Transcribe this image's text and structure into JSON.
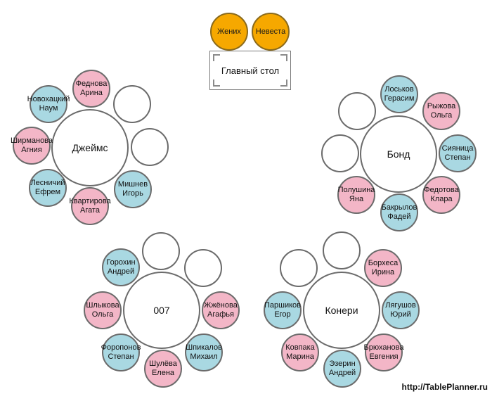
{
  "couple": {
    "groom": "Жених",
    "bride": "Невеста"
  },
  "main_table": {
    "label": "Главный стол"
  },
  "tables": {
    "james": {
      "name": "Джеймс",
      "guests": [
        {
          "first": "Феднова",
          "second": "Арина"
        },
        {
          "first": "Новохацкий",
          "second": "Наум"
        },
        {
          "first": "Ширманова",
          "second": "Агния"
        },
        {
          "first": "Лесничий",
          "second": "Ефрем"
        },
        {
          "first": "Квартирова",
          "second": "Агата"
        },
        {
          "first": "Мишнев",
          "second": "Игорь"
        }
      ]
    },
    "bond": {
      "name": "Бонд",
      "guests": [
        {
          "first": "Лоськов",
          "second": "Герасим"
        },
        {
          "first": "Рыжова",
          "second": "Ольга"
        },
        {
          "first": "Сияница",
          "second": "Степан"
        },
        {
          "first": "Федотова",
          "second": "Клара"
        },
        {
          "first": "Бакрылов",
          "second": "Фадей"
        },
        {
          "first": "Полушина",
          "second": "Яна"
        }
      ]
    },
    "t007": {
      "name": "007",
      "guests": [
        {
          "first": "Горохин",
          "second": "Андрей"
        },
        {
          "first": "Жжёнова",
          "second": "Агафья"
        },
        {
          "first": "Шпикалов",
          "second": "Михаил"
        },
        {
          "first": "Шулёва",
          "second": "Елена"
        },
        {
          "first": "Форопонов",
          "second": "Степан"
        },
        {
          "first": "Шлыкова",
          "second": "Ольга"
        }
      ]
    },
    "connery": {
      "name": "Конери",
      "guests": [
        {
          "first": "Борхеса",
          "second": "Ирина"
        },
        {
          "first": "Лягушов",
          "second": "Юрий"
        },
        {
          "first": "Брюханова",
          "second": "Евгения"
        },
        {
          "first": "Эзерин",
          "second": "Андрей"
        },
        {
          "first": "Ковпака",
          "second": "Марина"
        },
        {
          "first": "Паршиков",
          "second": "Егор"
        }
      ]
    }
  },
  "footer": {
    "url": "http://TablePlanner.ru"
  },
  "colors": {
    "male_seat": "#a9d8e2",
    "female_seat": "#f3b6c7",
    "empty_seat": "#ffffff",
    "couple_seat": "#f6a800"
  }
}
